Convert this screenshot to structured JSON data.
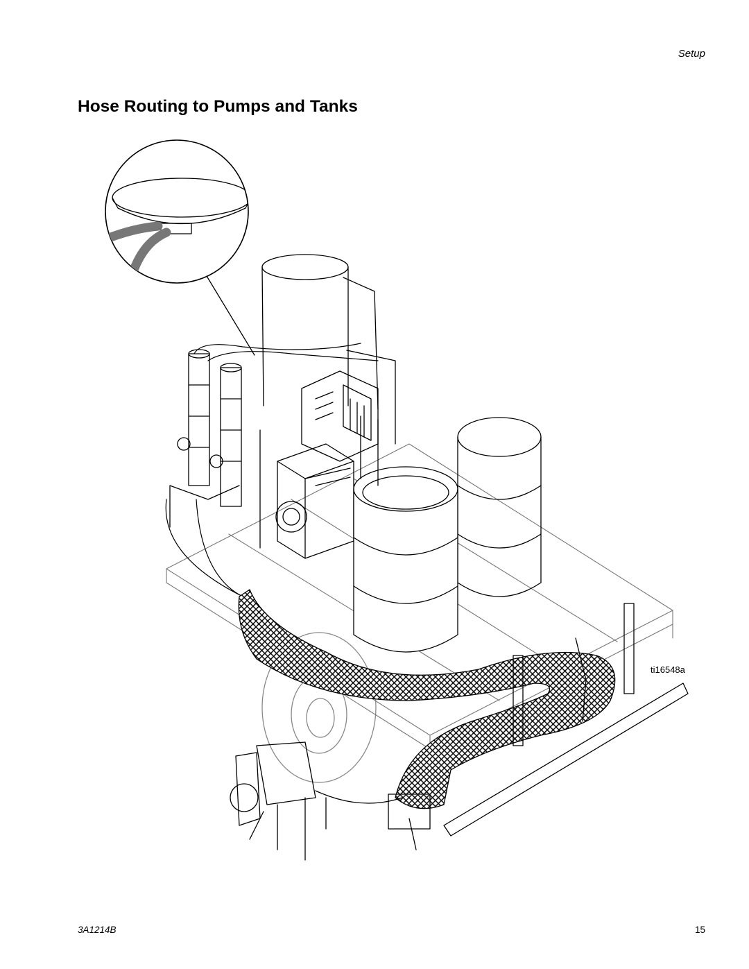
{
  "header": {
    "section": "Setup"
  },
  "title": "Hose Routing to Pumps and Tanks",
  "figure": {
    "id": "ti16548a"
  },
  "footer": {
    "doc_number": "3A1214B",
    "page_number": "15"
  },
  "colors": {
    "ink": "#000000",
    "hose": "#9a9a9a",
    "background": "#ffffff"
  }
}
